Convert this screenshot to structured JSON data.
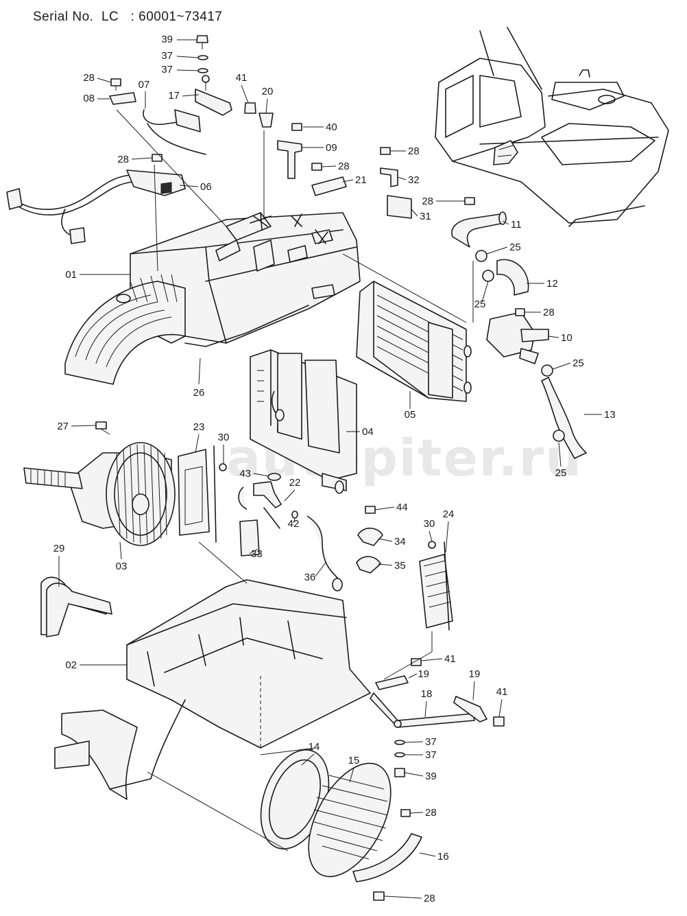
{
  "header": {
    "serial_label": "Serial No.  LC   : 60001~73417"
  },
  "watermark": "autopiter.ru",
  "callouts": [
    {
      "id": "39a",
      "label": "39"
    },
    {
      "id": "37a",
      "label": "37"
    },
    {
      "id": "37b",
      "label": "37"
    },
    {
      "id": "28a",
      "label": "28"
    },
    {
      "id": "08",
      "label": "08"
    },
    {
      "id": "07",
      "label": "07"
    },
    {
      "id": "17",
      "label": "17"
    },
    {
      "id": "41a",
      "label": "41"
    },
    {
      "id": "20",
      "label": "20"
    },
    {
      "id": "40",
      "label": "40"
    },
    {
      "id": "09",
      "label": "09"
    },
    {
      "id": "28b",
      "label": "28"
    },
    {
      "id": "28c",
      "label": "28"
    },
    {
      "id": "28d",
      "label": "28"
    },
    {
      "id": "06",
      "label": "06"
    },
    {
      "id": "21",
      "label": "21"
    },
    {
      "id": "32",
      "label": "32"
    },
    {
      "id": "28e",
      "label": "28"
    },
    {
      "id": "31",
      "label": "31"
    },
    {
      "id": "11",
      "label": "11"
    },
    {
      "id": "25a",
      "label": "25"
    },
    {
      "id": "01",
      "label": "01"
    },
    {
      "id": "12",
      "label": "12"
    },
    {
      "id": "25b",
      "label": "25"
    },
    {
      "id": "28f",
      "label": "28"
    },
    {
      "id": "10",
      "label": "10"
    },
    {
      "id": "25c",
      "label": "25"
    },
    {
      "id": "26",
      "label": "26"
    },
    {
      "id": "13",
      "label": "13"
    },
    {
      "id": "05",
      "label": "05"
    },
    {
      "id": "27",
      "label": "27"
    },
    {
      "id": "23",
      "label": "23"
    },
    {
      "id": "30a",
      "label": "30"
    },
    {
      "id": "04",
      "label": "04"
    },
    {
      "id": "25d",
      "label": "25"
    },
    {
      "id": "43",
      "label": "43"
    },
    {
      "id": "22",
      "label": "22"
    },
    {
      "id": "44",
      "label": "44"
    },
    {
      "id": "42",
      "label": "42"
    },
    {
      "id": "30b",
      "label": "30"
    },
    {
      "id": "24",
      "label": "24"
    },
    {
      "id": "34",
      "label": "34"
    },
    {
      "id": "33",
      "label": "33"
    },
    {
      "id": "35",
      "label": "35"
    },
    {
      "id": "03",
      "label": "03"
    },
    {
      "id": "36",
      "label": "36"
    },
    {
      "id": "29",
      "label": "29"
    },
    {
      "id": "41b",
      "label": "41"
    },
    {
      "id": "19a",
      "label": "19"
    },
    {
      "id": "02",
      "label": "02"
    },
    {
      "id": "19b",
      "label": "19"
    },
    {
      "id": "18",
      "label": "18"
    },
    {
      "id": "41c",
      "label": "41"
    },
    {
      "id": "37c",
      "label": "37"
    },
    {
      "id": "37d",
      "label": "37"
    },
    {
      "id": "14",
      "label": "14"
    },
    {
      "id": "15",
      "label": "15"
    },
    {
      "id": "39b",
      "label": "39"
    },
    {
      "id": "28g",
      "label": "28"
    },
    {
      "id": "16",
      "label": "16"
    },
    {
      "id": "28h",
      "label": "28"
    }
  ]
}
